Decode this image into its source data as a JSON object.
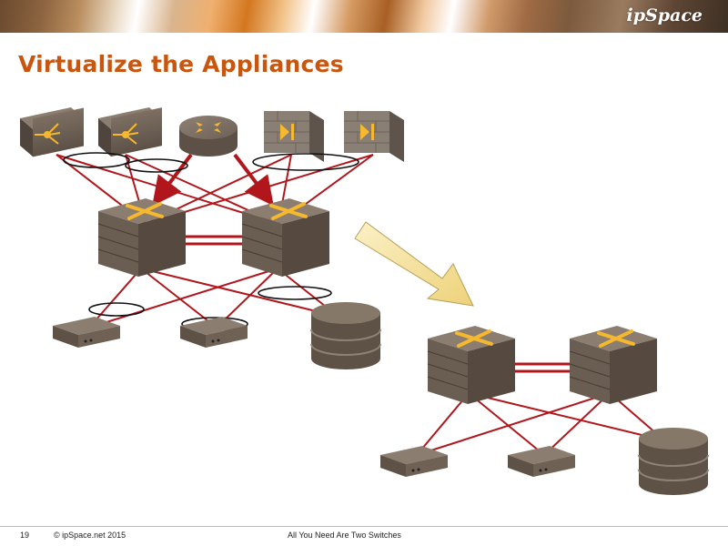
{
  "header": {
    "logo_text": "ipSpace"
  },
  "slide": {
    "title": "Virtualize the Appliances"
  },
  "diagram": {
    "before": {
      "appliances": [
        "load-balancer",
        "load-balancer",
        "router",
        "firewall",
        "firewall"
      ],
      "switches": 2,
      "servers": 2,
      "storage": 1
    },
    "after": {
      "switches": 2,
      "servers": 2,
      "storage": 1
    },
    "colors": {
      "link": "#b0161b",
      "device": "#6f6154",
      "icon": "#f5b82e",
      "arrow_fill": "#f8e6a6",
      "firewall": "#8a7f74"
    }
  },
  "footer": {
    "page_number": "19",
    "copyright": "© ipSpace.net 2015",
    "deck_title": "All You Need Are Two Switches"
  }
}
